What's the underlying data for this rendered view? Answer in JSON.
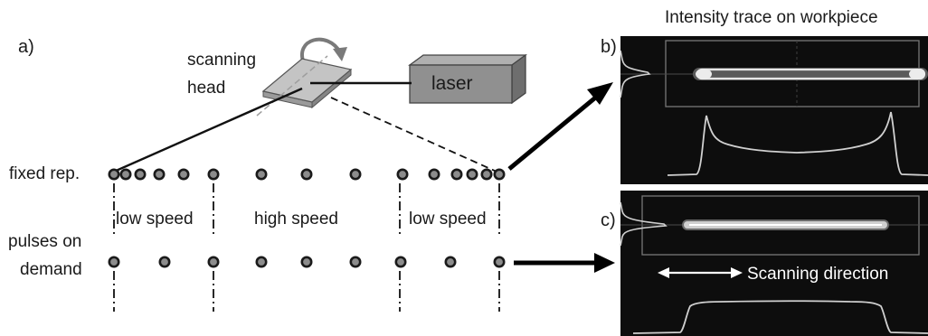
{
  "panels": {
    "a": "a)",
    "b": "b)",
    "c": "c)"
  },
  "header": "Intensity trace on workpiece",
  "labels": {
    "scanning_line1": "scanning",
    "scanning_line2": "head",
    "laser": "laser",
    "fixed_rep": "fixed rep.",
    "pulses_line1": "pulses on",
    "pulses_line2": "demand",
    "low_speed_left": "low speed",
    "high_speed": "high speed",
    "low_speed_right": "low speed",
    "scanning_direction": "Scanning direction"
  },
  "colors": {
    "pulse_fill": "#8c8c8c",
    "pulse_stroke": "#1a1a1a",
    "panel_bg": "#0d0d0d",
    "trace": "#d0d0d0",
    "scanner_face": "#bdbdbd",
    "laser_face": "#8f8f8f"
  }
}
